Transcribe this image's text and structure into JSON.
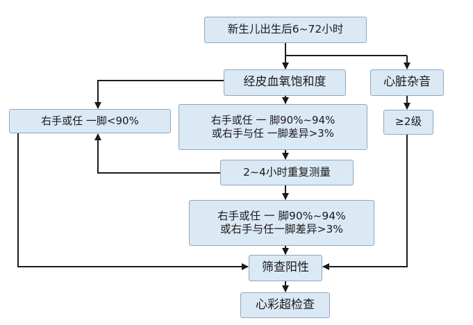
{
  "nodes": {
    "start": "新生儿出生后6~72小时",
    "spo2": "经皮血氧饱和度",
    "murmur": "心脏杂音",
    "lt90": "右手或任 一脚<90%",
    "border1": {
      "line1": "右手或任 一 脚90%~94%",
      "line2": "或右手与任 一脚差异>3%"
    },
    "grade": "≥2级",
    "repeat": "2~4小时重复测量",
    "border2": {
      "line1": "右手或任 一 脚90%~94%",
      "line2": "或右手与任一脚差异>3%"
    },
    "positive": "筛查阳性",
    "echo": "心彩超检查"
  },
  "colors": {
    "box_fill": "#dbe9f5",
    "box_border": "#8fa6bb",
    "connector": "#1a1a1a"
  }
}
